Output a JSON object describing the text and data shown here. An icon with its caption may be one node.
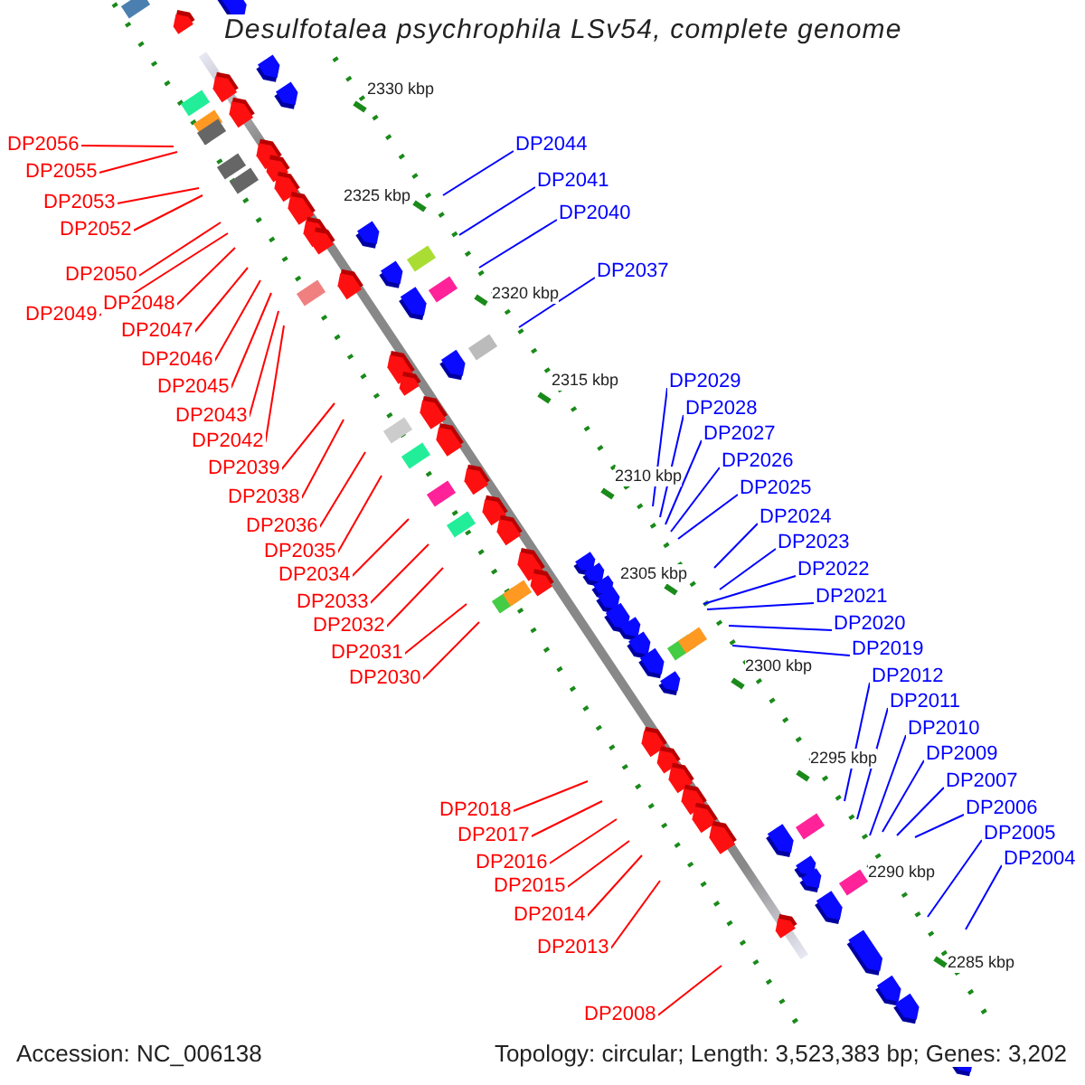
{
  "diagram": {
    "title": "Desulfotalea psychrophila LSv54, complete genome",
    "nodes": [
      {
        "text": [
          "DP2056"
        ]
      },
      {
        "text": [
          "DP2055"
        ]
      },
      {
        "text": [
          "DP2053"
        ]
      },
      {
        "text": [
          "DP2052"
        ]
      },
      {
        "text": [
          "DP2050"
        ]
      },
      {
        "text": [
          "DP2049"
        ]
      },
      {
        "text": [
          "DP2048"
        ]
      },
      {
        "text": [
          "DP2047"
        ]
      },
      {
        "text": [
          "DP2046"
        ]
      },
      {
        "text": [
          "DP2045"
        ]
      },
      {
        "text": [
          "DP2043"
        ]
      },
      {
        "text": [
          "DP2042"
        ]
      },
      {
        "text": [
          "DP2039"
        ]
      },
      {
        "text": [
          "DP2038"
        ]
      },
      {
        "text": [
          "DP2036"
        ]
      },
      {
        "text": [
          "DP2035"
        ]
      },
      {
        "text": [
          "DP2034"
        ]
      },
      {
        "text": [
          "DP2033"
        ]
      },
      {
        "text": [
          "DP2032"
        ]
      },
      {
        "text": [
          "DP2031"
        ]
      },
      {
        "text": [
          "DP2030"
        ]
      },
      {
        "text": [
          "DP2018"
        ]
      },
      {
        "text": [
          "DP2017"
        ]
      },
      {
        "text": [
          "DP2016"
        ]
      },
      {
        "text": [
          "DP2015"
        ]
      },
      {
        "text": [
          "DP2014"
        ]
      },
      {
        "text": [
          "DP2013"
        ]
      },
      {
        "text": [
          "DP2008"
        ]
      },
      {
        "text": [
          "DP2044"
        ]
      },
      {
        "text": [
          "DP2041"
        ]
      },
      {
        "text": [
          "DP2040"
        ]
      },
      {
        "text": [
          "DP2037"
        ]
      },
      {
        "text": [
          "DP2029"
        ]
      },
      {
        "text": [
          "DP2028"
        ]
      },
      {
        "text": [
          "DP2027"
        ]
      },
      {
        "text": [
          "DP2026"
        ]
      },
      {
        "text": [
          "DP2025"
        ]
      },
      {
        "text": [
          "DP2024"
        ]
      },
      {
        "text": [
          "DP2023"
        ]
      },
      {
        "text": [
          "DP2022"
        ]
      },
      {
        "text": [
          "DP2021"
        ]
      },
      {
        "text": [
          "DP2020"
        ]
      },
      {
        "text": [
          "DP2019"
        ]
      },
      {
        "text": [
          "DP2012"
        ]
      },
      {
        "text": [
          "DP2011"
        ]
      },
      {
        "text": [
          "DP2010"
        ]
      },
      {
        "text": [
          "DP2009"
        ]
      },
      {
        "text": [
          "DP2007"
        ]
      },
      {
        "text": [
          "DP2006"
        ]
      },
      {
        "text": [
          "DP2005"
        ]
      },
      {
        "text": [
          "DP2004"
        ]
      }
    ],
    "edges": [
      {
        "from": 0,
        "to": null,
        "arrow": "none"
      },
      {
        "from": 1,
        "to": null,
        "arrow": "none"
      },
      {
        "from": 2,
        "to": null,
        "arrow": "none"
      },
      {
        "from": 3,
        "to": null,
        "arrow": "none"
      },
      {
        "from": 4,
        "to": null,
        "arrow": "none"
      },
      {
        "from": 5,
        "to": null,
        "arrow": "none"
      },
      {
        "from": 6,
        "to": null,
        "arrow": "none"
      },
      {
        "from": 7,
        "to": null,
        "arrow": "none"
      },
      {
        "from": 8,
        "to": null,
        "arrow": "none"
      },
      {
        "from": 9,
        "to": null,
        "arrow": "none"
      },
      {
        "from": 10,
        "to": null,
        "arrow": "none"
      },
      {
        "from": 11,
        "to": null,
        "arrow": "none"
      },
      {
        "from": 12,
        "to": null,
        "arrow": "none"
      },
      {
        "from": 13,
        "to": null,
        "arrow": "none"
      },
      {
        "from": 14,
        "to": null,
        "arrow": "none"
      },
      {
        "from": 15,
        "to": null,
        "arrow": "none"
      },
      {
        "from": 16,
        "to": null,
        "arrow": "none"
      },
      {
        "from": 17,
        "to": null,
        "arrow": "none"
      },
      {
        "from": 18,
        "to": null,
        "arrow": "none"
      },
      {
        "from": 19,
        "to": null,
        "arrow": "none"
      },
      {
        "from": 20,
        "to": null,
        "arrow": "none"
      },
      {
        "from": 21,
        "to": null,
        "arrow": "none"
      },
      {
        "from": 22,
        "to": null,
        "arrow": "none"
      },
      {
        "from": 23,
        "to": null,
        "arrow": "none"
      },
      {
        "from": 24,
        "to": null,
        "arrow": "none"
      },
      {
        "from": 25,
        "to": null,
        "arrow": "none"
      },
      {
        "from": 26,
        "to": null,
        "arrow": "none"
      },
      {
        "from": 27,
        "to": null,
        "arrow": "none"
      },
      {
        "from": 28,
        "to": null,
        "arrow": "none",
        "color": "#0000ff"
      },
      {
        "from": 29,
        "to": null,
        "arrow": "none",
        "color": "#0000ff"
      },
      {
        "from": 30,
        "to": null,
        "arrow": "none",
        "color": "#0000ff"
      },
      {
        "from": 31,
        "to": null,
        "arrow": "none",
        "color": "#0000ff"
      },
      {
        "from": 32,
        "to": null,
        "arrow": "none",
        "color": "#0000ff"
      },
      {
        "from": 33,
        "to": null,
        "arrow": "none",
        "color": "#0000ff"
      },
      {
        "from": 34,
        "to": null,
        "arrow": "none",
        "color": "#0000ff"
      },
      {
        "from": 35,
        "to": null,
        "arrow": "none",
        "color": "#0000ff"
      },
      {
        "from": 36,
        "to": null,
        "arrow": "none",
        "color": "#0000ff"
      },
      {
        "from": 37,
        "to": null,
        "arrow": "none",
        "color": "#0000ff"
      },
      {
        "from": 38,
        "to": null,
        "arrow": "none",
        "color": "#0000ff"
      },
      {
        "from": 39,
        "to": null,
        "arrow": "none",
        "color": "#0000ff"
      },
      {
        "from": 40,
        "to": null,
        "arrow": "none",
        "color": "#0000ff"
      },
      {
        "from": 41,
        "to": null,
        "arrow": "none",
        "color": "#0000ff"
      },
      {
        "from": 42,
        "to": null,
        "arrow": "none",
        "color": "#0000ff"
      },
      {
        "from": 43,
        "to": null,
        "arrow": "none",
        "color": "#0000ff"
      },
      {
        "from": 44,
        "to": null,
        "arrow": "none",
        "color": "#0000ff"
      },
      {
        "from": 45,
        "to": null,
        "arrow": "none",
        "color": "#0000ff"
      },
      {
        "from": 46,
        "to": null,
        "arrow": "none",
        "color": "#0000ff"
      },
      {
        "from": 47,
        "to": null,
        "arrow": "none",
        "color": "#0000ff"
      },
      {
        "from": 48,
        "to": null,
        "arrow": "none",
        "color": "#0000ff"
      },
      {
        "from": 49,
        "to": null,
        "arrow": "none",
        "color": "#0000ff"
      },
      {
        "from": 50,
        "to": null,
        "arrow": "none",
        "color": "#0000ff"
      }
    ],
    "labels": [
      "2330 kbp",
      "2325 kbp",
      "2320 kbp",
      "2315 kbp",
      "2310 kbp",
      "2305 kbp",
      "2300 kbp",
      "2295 kbp",
      "2290 kbp",
      "2285 kbp",
      "Accession: NC_006138",
      "Topology: circular; Length: 3,523,383 bp; Genes: 3,202"
    ]
  }
}
